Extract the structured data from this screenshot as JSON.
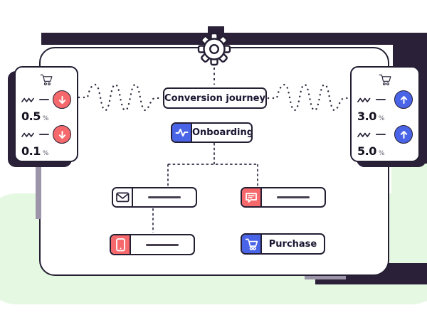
{
  "panel": {
    "journey_label": "Conversion journey",
    "onboarding_label": "Onboarding",
    "purchase_label": "Purchase"
  },
  "left_card": {
    "icon": "shopping-cart-icon",
    "metrics": [
      {
        "value": "0.5",
        "unit": "%",
        "trend": "down"
      },
      {
        "value": "0.1",
        "unit": "%",
        "trend": "down"
      }
    ]
  },
  "right_card": {
    "icon": "shopping-cart-icon",
    "metrics": [
      {
        "value": "3.0",
        "unit": "%",
        "trend": "up"
      },
      {
        "value": "5.0",
        "unit": "%",
        "trend": "up"
      }
    ]
  },
  "icons": {
    "top": "gear-icon",
    "onboarding": "pulse-icon",
    "email": "envelope-icon",
    "chat": "chat-bubble-icon",
    "phone": "smartphone-icon",
    "purchase": "cart-icon"
  },
  "colors": {
    "accent_blue": "#4a64e8",
    "accent_red": "#f5696c",
    "outline": "#241e33",
    "backdrop_purple": "#2a2138",
    "lavender": "#9c94a9",
    "mint_green": "#e5f8e2"
  }
}
